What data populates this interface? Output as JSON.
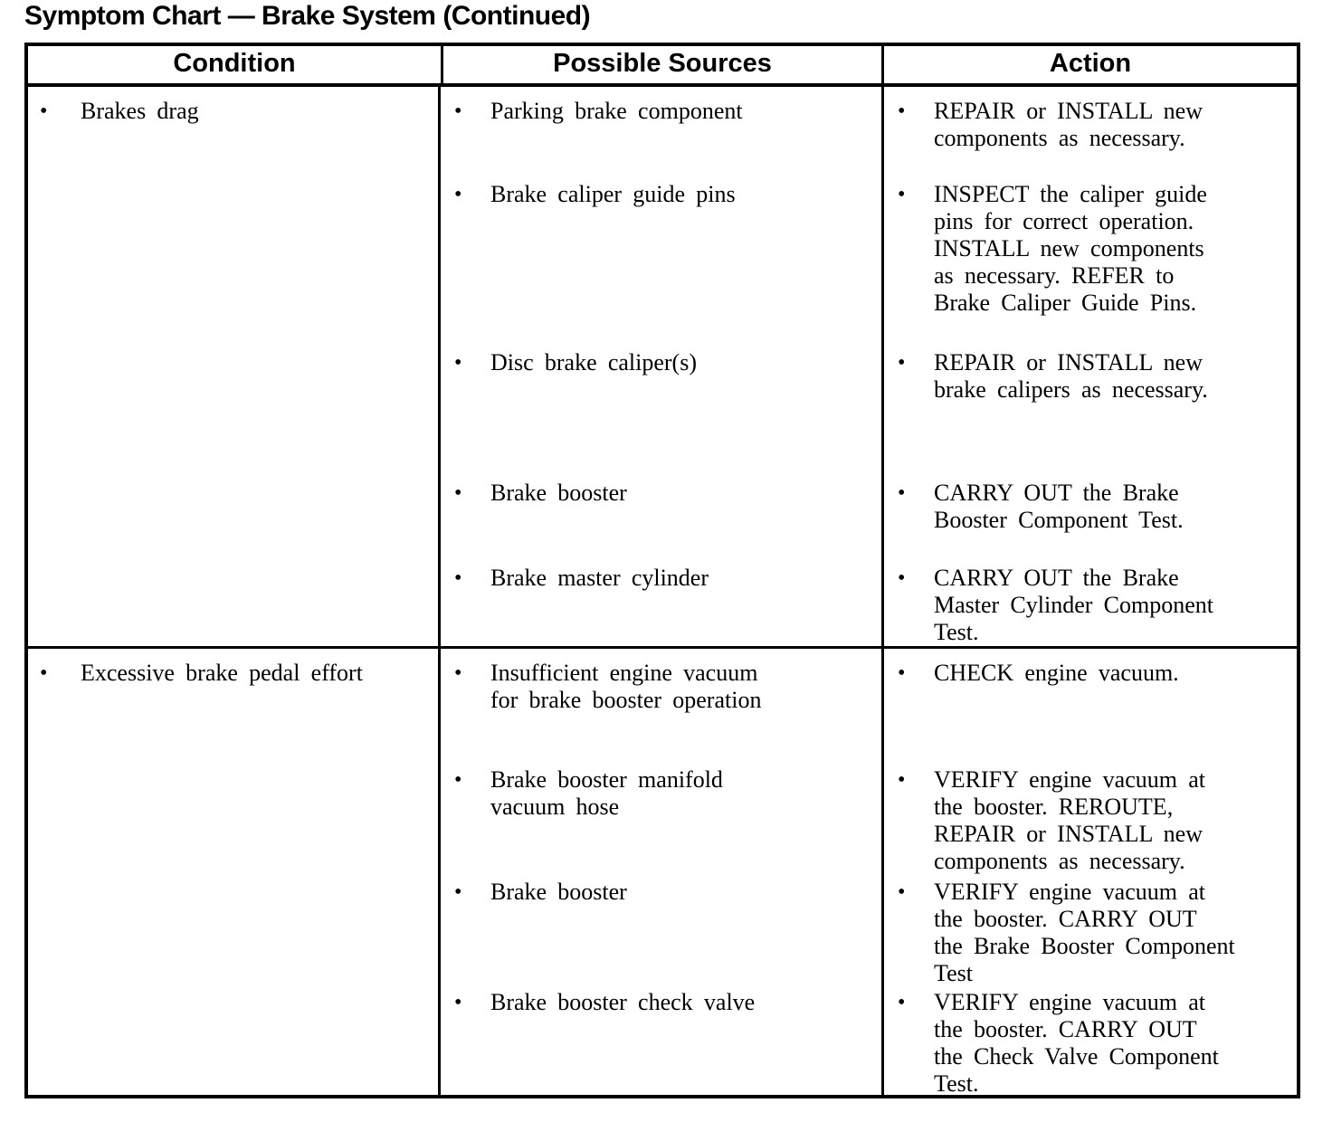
{
  "title": "Symptom Chart — Brake System (Continued)",
  "bullet": "•",
  "table": {
    "headers": {
      "condition": "Condition",
      "sources": "Possible Sources",
      "action": "Action"
    },
    "rows": [
      {
        "condition": "Brakes drag",
        "pairs": [
          {
            "source": "Parking brake component",
            "action": "REPAIR or INSTALL new\ncomponents as necessary."
          },
          {
            "source": "Brake caliper guide pins",
            "action": "INSPECT the caliper guide\npins for correct operation.\nINSTALL new components\nas necessary. REFER to\nBrake Caliper Guide Pins."
          },
          {
            "source": "Disc brake caliper(s)",
            "action": "REPAIR or INSTALL new\nbrake calipers as necessary."
          },
          {
            "source": "Brake booster",
            "action": "CARRY OUT the Brake\nBooster Component Test."
          },
          {
            "source": "Brake master cylinder",
            "action": "CARRY OUT the Brake\nMaster Cylinder Component\nTest."
          }
        ]
      },
      {
        "condition": "Excessive brake pedal effort",
        "pairs": [
          {
            "source": "Insufficient engine vacuum\nfor brake booster operation",
            "action": "CHECK engine vacuum."
          },
          {
            "source": "Brake booster manifold\nvacuum hose",
            "action": "VERIFY engine vacuum at\nthe booster. REROUTE,\nREPAIR or INSTALL new\ncomponents as necessary."
          },
          {
            "source": "Brake booster",
            "action": "VERIFY engine vacuum at\nthe booster. CARRY OUT\nthe Brake Booster Component\nTest"
          },
          {
            "source": "Brake booster check valve",
            "action": "VERIFY engine vacuum at\nthe booster. CARRY OUT\nthe Check Valve Component\nTest."
          }
        ]
      }
    ]
  }
}
